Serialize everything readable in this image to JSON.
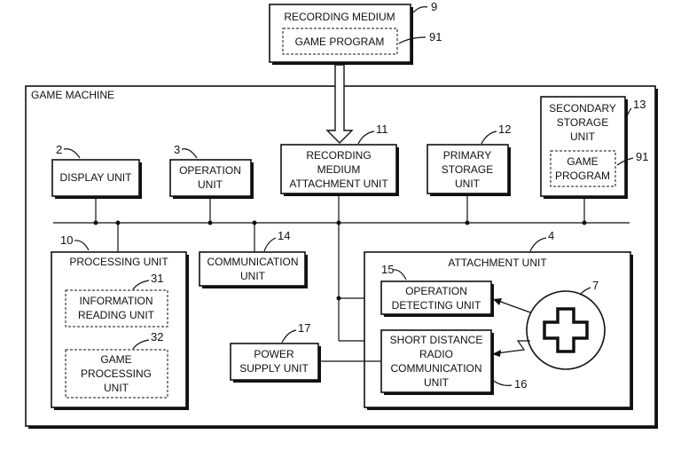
{
  "recording_medium": {
    "label": "RECORDING MEDIUM",
    "ref": "9",
    "program": "GAME PROGRAM",
    "program_ref": "91"
  },
  "game_machine": {
    "label": "GAME MACHINE"
  },
  "display_unit": {
    "label": "DISPLAY UNIT",
    "ref": "2"
  },
  "operation_unit": {
    "lines": [
      "OPERATION",
      "UNIT"
    ],
    "ref": "3"
  },
  "recording_medium_attachment_unit": {
    "lines": [
      "RECORDING",
      "MEDIUM",
      "ATTACHMENT UNIT"
    ],
    "ref": "11"
  },
  "primary_storage_unit": {
    "lines": [
      "PRIMARY",
      "STORAGE",
      "UNIT"
    ],
    "ref": "12"
  },
  "secondary_storage_unit": {
    "lines": [
      "SECONDARY",
      "STORAGE",
      "UNIT"
    ],
    "ref": "13",
    "program_lines": [
      "GAME",
      "PROGRAM"
    ],
    "program_ref": "91"
  },
  "processing_unit": {
    "label": "PROCESSING UNIT",
    "ref": "10"
  },
  "information_reading_unit": {
    "lines": [
      "INFORMATION",
      "READING UNIT"
    ],
    "ref": "31"
  },
  "game_processing_unit": {
    "lines": [
      "GAME",
      "PROCESSING",
      "UNIT"
    ],
    "ref": "32"
  },
  "communication_unit": {
    "lines": [
      "COMMUNICATION",
      "UNIT"
    ],
    "ref": "14"
  },
  "attachment_unit": {
    "label": "ATTACHMENT UNIT",
    "ref": "4"
  },
  "operation_detecting_unit": {
    "lines": [
      "OPERATION",
      "DETECTING UNIT"
    ],
    "ref": "15"
  },
  "short_distance_radio_unit": {
    "lines": [
      "SHORT DISTANCE",
      "RADIO",
      "COMMUNICATION",
      "UNIT"
    ],
    "ref": "16"
  },
  "power_supply_unit": {
    "lines": [
      "POWER",
      "SUPPLY UNIT"
    ],
    "ref": "17"
  },
  "controller": {
    "ref": "7"
  }
}
